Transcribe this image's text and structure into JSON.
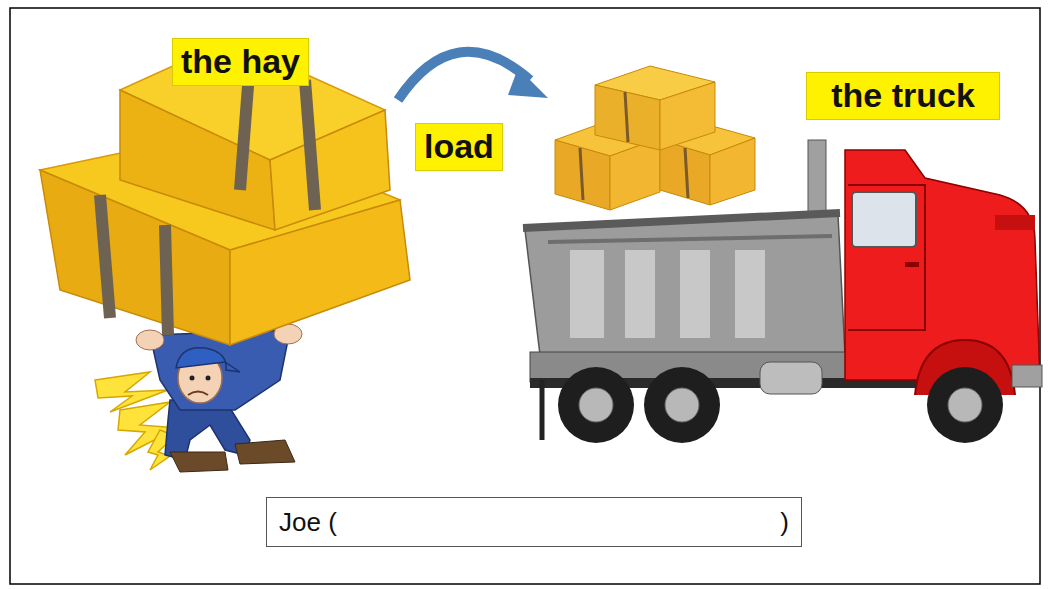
{
  "diagram": {
    "nodes": [
      {
        "text": [
          "the hay"
        ]
      },
      {
        "text": [
          "load"
        ]
      },
      {
        "text": [
          "the truck"
        ]
      },
      {
        "text": [
          "Joe (",
          ")"
        ]
      }
    ]
  }
}
